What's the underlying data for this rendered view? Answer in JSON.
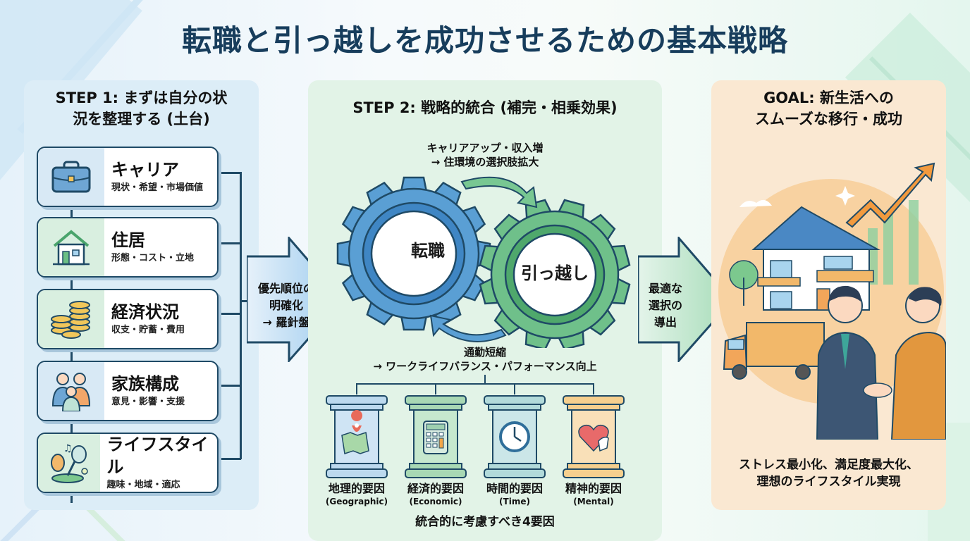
{
  "title": "転職と引っ越しを成功させるための基本戦略",
  "step1": {
    "title_line1": "STEP 1: まずは自分の状",
    "title_line2": "況を整理する (土台)",
    "cards": [
      {
        "title": "キャリア",
        "sub": "現状・希望・市場価値",
        "icon": "briefcase-icon"
      },
      {
        "title": "住居",
        "sub": "形態・コスト・立地",
        "icon": "house-icon"
      },
      {
        "title": "経済状況",
        "sub": "収支・貯蓄・費用",
        "icon": "coins-icon"
      },
      {
        "title": "家族構成",
        "sub": "意見・影響・支援",
        "icon": "family-icon"
      },
      {
        "title": "ライフスタイル",
        "sub": "趣味・地域・適応",
        "icon": "hobby-icon"
      }
    ]
  },
  "arrow1": {
    "line1": "優先順位の",
    "line2": "明確化",
    "line3": "→ 羅針盤"
  },
  "step2": {
    "title": "STEP 2: 戦略的統合 (補完・相乗効果)",
    "top_caption_line1": "キャリアアップ・収入増",
    "top_caption_line2": "→ 住環境の選択肢拡大",
    "gear_left": "転職",
    "gear_right": "引っ越し",
    "bottom_caption_line1": "通勤短縮",
    "bottom_caption_line2": "→ ワークライフバランス・パフォーマンス向上",
    "factors": [
      {
        "label": "地理的要因",
        "en": "(Geographic)",
        "icon": "map-pin-icon",
        "color": "#bcd9ee"
      },
      {
        "label": "経済的要因",
        "en": "(Economic)",
        "icon": "calculator-icon",
        "color": "#bfe3c8"
      },
      {
        "label": "時間的要因",
        "en": "(Time)",
        "icon": "clock-icon",
        "color": "#bfe0e0"
      },
      {
        "label": "精神的要因",
        "en": "(Mental)",
        "icon": "heart-hand-icon",
        "color": "#f8d9a8"
      }
    ],
    "factors_caption": "統合的に考慮すべき4要因"
  },
  "arrow2": {
    "line1": "最適な",
    "line2": "選択の",
    "line3": "導出"
  },
  "goal": {
    "title_line1": "GOAL: 新生活への",
    "title_line2": "スムーズな移行・成功",
    "text_line1": "ストレス最小化、満足度最大化、",
    "text_line2": "理想のライフスタイル実現"
  },
  "colors": {
    "title": "#173d5c",
    "outline": "#1f4a66",
    "gear_blue": "#5a9fd4",
    "gear_green": "#6fc08a",
    "panel1": "#dcedf7",
    "panel2": "#e2f3e7",
    "panel3": "#fae8d2"
  }
}
